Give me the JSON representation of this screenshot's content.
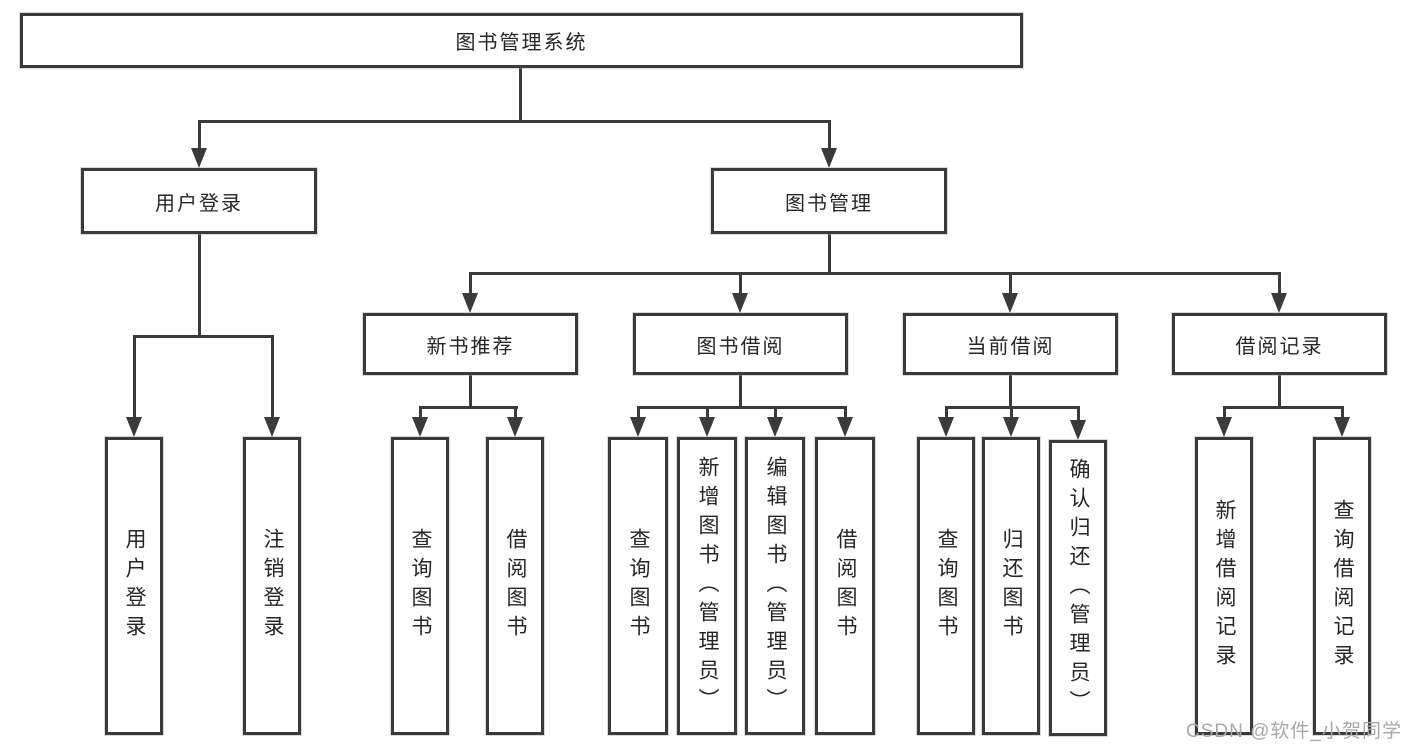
{
  "colors": {
    "line": "#3a3a3a",
    "text": "#262626",
    "watermark": "#a8a8a8",
    "background": "#ffffff"
  },
  "tree": {
    "label": "图书管理系统",
    "children": [
      {
        "label": "用户登录",
        "children": [
          {
            "label": "用户登录"
          },
          {
            "label": "注销登录"
          }
        ]
      },
      {
        "label": "图书管理",
        "children": [
          {
            "label": "新书推荐",
            "children": [
              {
                "label": "查询图书"
              },
              {
                "label": "借阅图书"
              }
            ]
          },
          {
            "label": "图书借阅",
            "children": [
              {
                "label": "查询图书"
              },
              {
                "label": "新增图书（管理员）"
              },
              {
                "label": "编辑图书（管理员）"
              },
              {
                "label": "借阅图书"
              }
            ]
          },
          {
            "label": "当前借阅",
            "children": [
              {
                "label": "查询图书"
              },
              {
                "label": "归还图书"
              },
              {
                "label": "确认归还（管理员）"
              }
            ]
          },
          {
            "label": "借阅记录",
            "children": [
              {
                "label": "新增借阅记录"
              },
              {
                "label": "查询借阅记录"
              }
            ]
          }
        ]
      }
    ]
  },
  "watermark": {
    "text": "CSDN @软件_小贺同学"
  }
}
